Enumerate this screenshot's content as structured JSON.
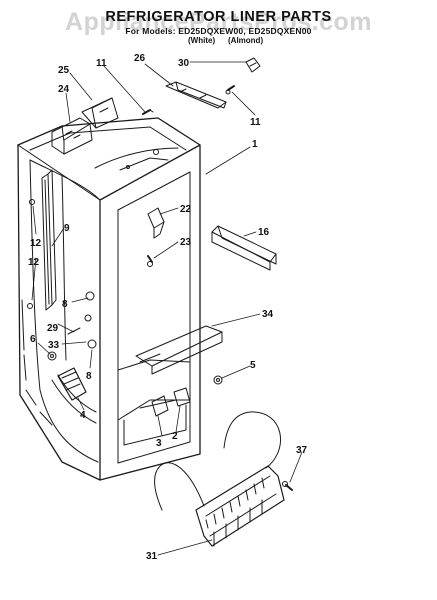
{
  "header": {
    "title": "REFRIGERATOR LINER PARTS",
    "subtitle": "For Models: ED25DQXEW00, ED25DQXEN00",
    "color_white": "(White)",
    "color_almond": "(Almond)"
  },
  "watermark": "AppliancePartsPros.com",
  "callouts": [
    "30",
    "26",
    "11",
    "25",
    "24",
    "11",
    "1",
    "22",
    "23",
    "16",
    "9",
    "12",
    "12",
    "8",
    "34",
    "29",
    "6",
    "33",
    "5",
    "8",
    "4",
    "3",
    "2",
    "37",
    "31"
  ],
  "colors": {
    "line": "#1a1a1a",
    "background": "#ffffff",
    "watermark": "#969696"
  }
}
